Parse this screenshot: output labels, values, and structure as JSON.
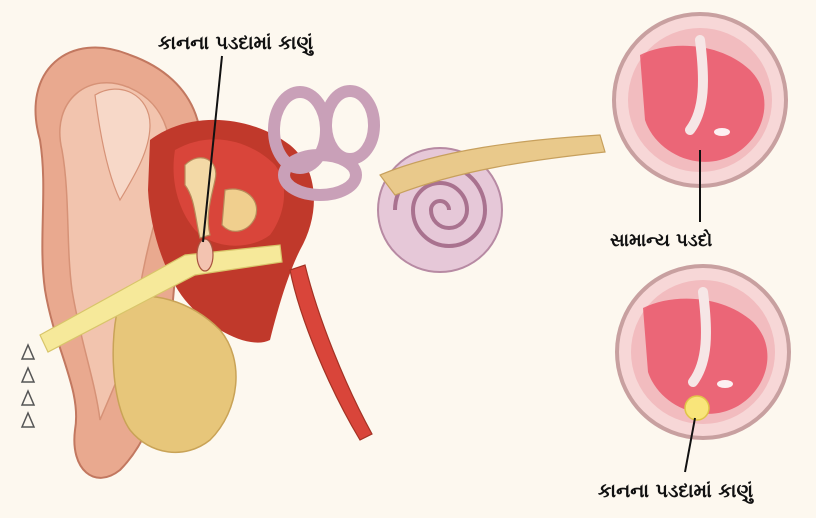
{
  "labels": {
    "perforated_eardrum_top": "કાનના પડદામાં કાણું",
    "normal_eardrum": "સામાન્ય પડદો",
    "perforated_eardrum_bottom": "કાનના પડદામાં કાણું"
  },
  "colors": {
    "background": "#fdf8ef",
    "outer_ear": "#e9a98f",
    "flesh_dark": "#c0392b",
    "flesh_red": "#d9453a",
    "canal_yellow": "#f6e99a",
    "cochlea": "#e6c8d8",
    "eardrum_fill": "#f7d7d7",
    "eardrum_red": "#e84a5f",
    "hole_yellow": "#f9e57a"
  },
  "icons": {
    "sound_wave": "sound-wave-icon"
  }
}
